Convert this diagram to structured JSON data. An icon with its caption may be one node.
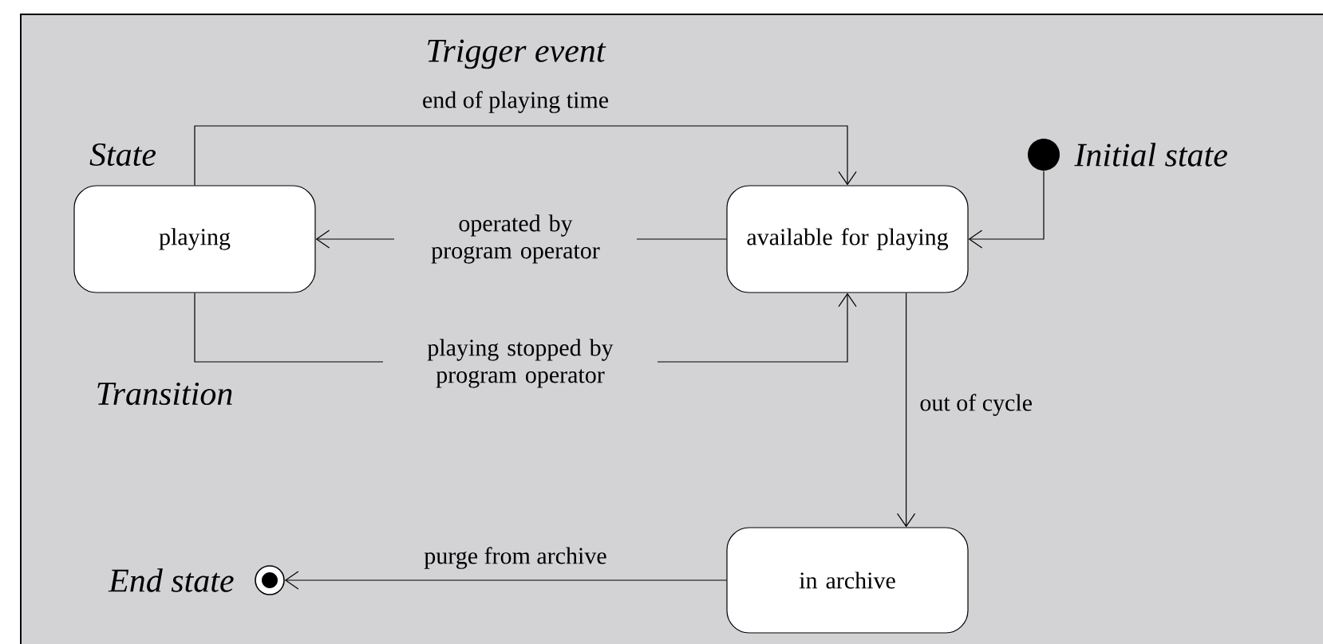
{
  "diagram": {
    "nodes": [
      {
        "text": [
          "playing"
        ]
      },
      {
        "text": [
          "available for playing"
        ]
      },
      {
        "text": [],
        "shape": "circle",
        "beside": [
          "Initial state"
        ]
      },
      {
        "text": [
          "in archive"
        ]
      },
      {
        "text": [],
        "shape": "bullseye",
        "beside": [
          "End state"
        ]
      }
    ],
    "edges": [
      {
        "from": 0,
        "to": 1,
        "arrow": "to",
        "label": "end of playing time"
      },
      {
        "from": 1,
        "to": 0,
        "arrow": "to",
        "label": "operated by program operator"
      },
      {
        "from": 0,
        "to": 1,
        "arrow": "to",
        "label": "playing stopped by program operator"
      },
      {
        "from": 2,
        "to": 1,
        "arrow": "to"
      },
      {
        "from": 1,
        "to": 3,
        "arrow": "to",
        "label": "out of cycle"
      },
      {
        "from": 3,
        "to": 4,
        "arrow": "to",
        "label": "purge from archive"
      }
    ],
    "labels": [
      "Trigger event",
      "State",
      "Transition"
    ]
  }
}
